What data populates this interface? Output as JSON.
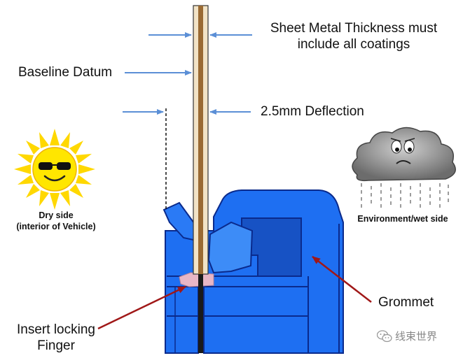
{
  "labels": {
    "sheet_metal_line1": "Sheet Metal Thickness must",
    "sheet_metal_line2": "include all coatings",
    "baseline_datum": "Baseline Datum",
    "deflection": "2.5mm Deflection",
    "dry_side_line1": "Dry side",
    "dry_side_line2": "(interior of Vehicle)",
    "wet_side": "Environment/wet side",
    "grommet": "Grommet",
    "insert_line1": "Insert locking",
    "insert_line2": "Finger"
  },
  "watermark": {
    "text": "线束世界",
    "icon": "wechat-icon"
  },
  "illustrations": {
    "sun": "sun-with-sunglasses-icon",
    "cloud": "sad-rain-cloud-icon"
  },
  "colors": {
    "grommet_blue": "#1e6ff2",
    "grommet_dark": "#0a2a8c",
    "sheet_metal": "#9a6a33",
    "dimension_arrow": "#5b8fd6",
    "leader_arrow": "#a01818",
    "finger_pink": "#e8b6c6"
  }
}
